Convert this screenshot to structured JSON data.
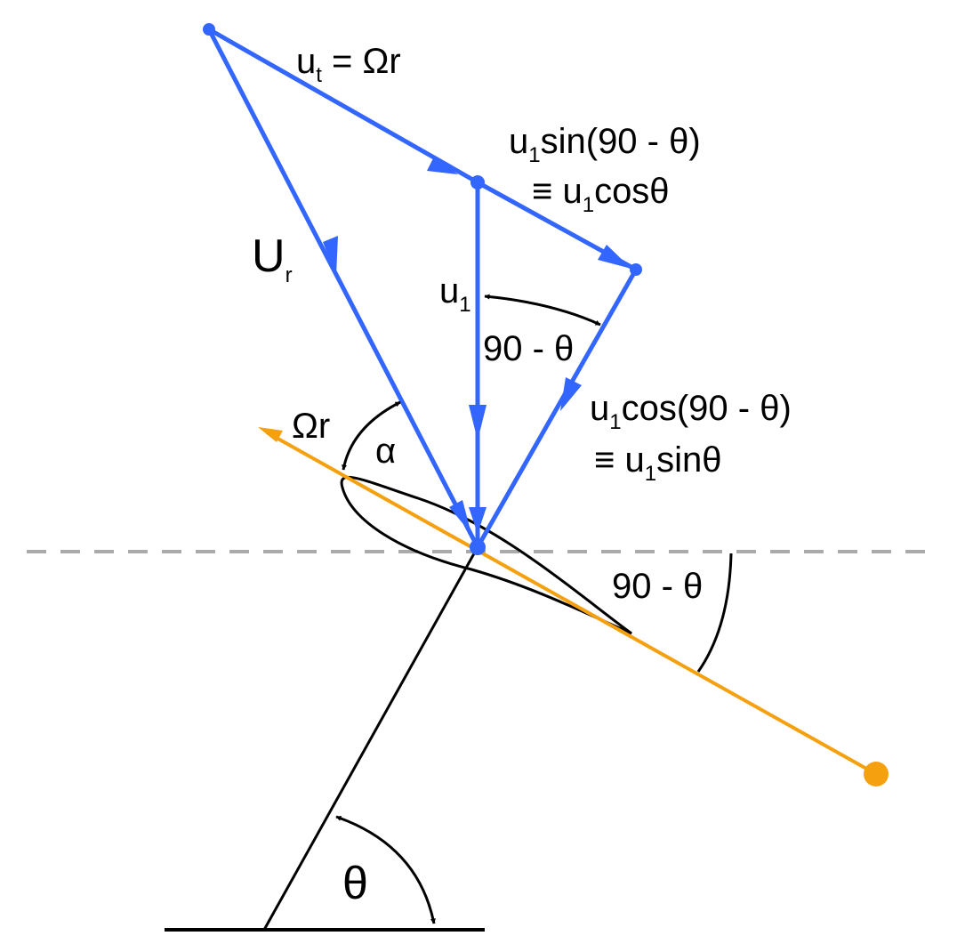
{
  "colors": {
    "velocity": "#3366ff",
    "chord": "#f5a00f",
    "dashed": "#aaaaaa",
    "ink": "#000000"
  },
  "labels": {
    "ut_main": "u",
    "ut_sub": "t",
    "ut_rest": " = Ωr",
    "Ur_main": "U",
    "Ur_sub": "r",
    "u1_main": "u",
    "u1_sub": "1",
    "angle_inner": "90 - θ",
    "sin_main": "u",
    "sin_sub": "1",
    "sin_rest": "sin(90 - θ)",
    "sin_eq": "≡ u",
    "sin_eq_sub": "1",
    "sin_eq_rest": "cosθ",
    "cos_main": "u",
    "cos_sub": "1",
    "cos_rest": "cos(90 - θ)",
    "cos_eq": "≡ u",
    "cos_eq_sub": "1",
    "cos_eq_rest": "sinθ",
    "omega_r": "Ωr",
    "alpha": "α",
    "angle_outer": "90 - θ",
    "theta": "θ"
  }
}
